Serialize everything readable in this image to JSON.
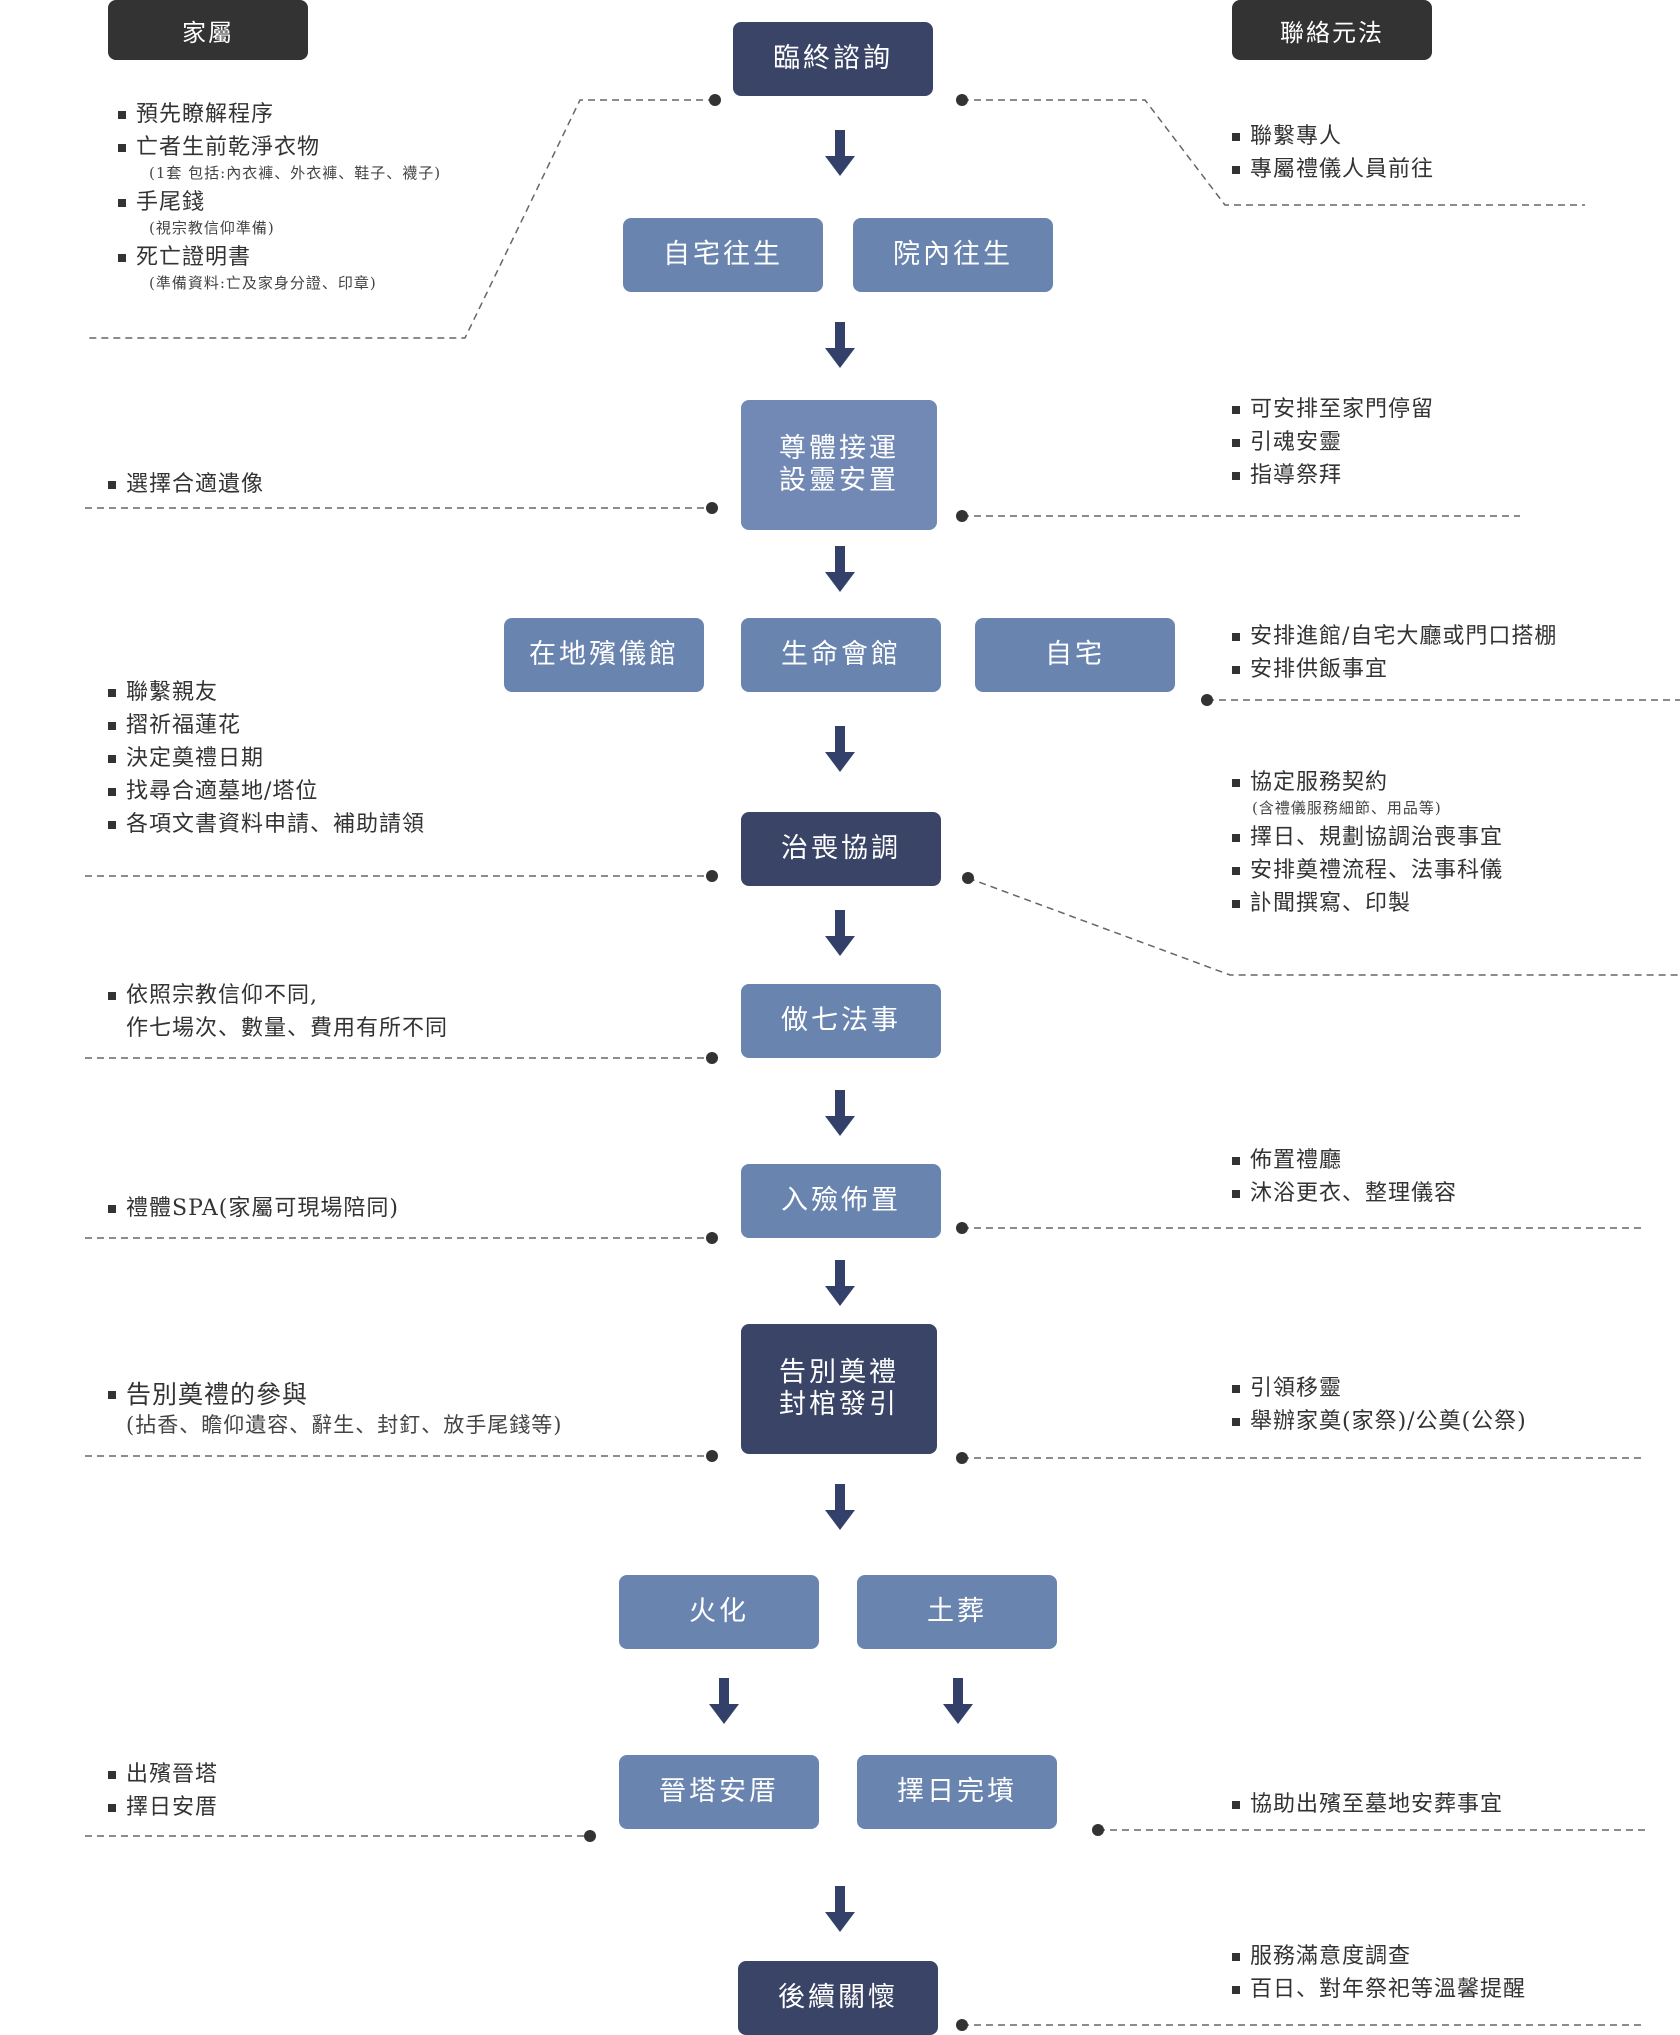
{
  "headers": {
    "left": "家屬",
    "right": "聯絡元法"
  },
  "colors": {
    "dark_box": "#3a4466",
    "light_box": "#6a84b0",
    "header_bg": "#333333",
    "arrow": "#33406a",
    "dashed_line": "#666666"
  },
  "steps": {
    "consult": "臨終諮詢",
    "home_death": "自宅往生",
    "hospital_death": "院內往生",
    "transport_line1": "尊體接運",
    "transport_line2": "設靈安置",
    "local_funeral_home": "在地殯儀館",
    "life_hall": "生命會館",
    "home": "自宅",
    "coordination": "治喪協調",
    "seventh_rites": "做七法事",
    "encoffin": "入殮佈置",
    "farewell_line1": "告別奠禮",
    "farewell_line2": "封棺發引",
    "cremation": "火化",
    "burial": "土葬",
    "columbarium": "晉塔安厝",
    "grave": "擇日完墳",
    "aftercare": "後續關懷"
  },
  "family_notes": {
    "g1": {
      "i1": "預先瞭解程序",
      "i2": "亡者生前乾淨衣物",
      "i2_sub": "(1套 包括:內衣褲、外衣褲、鞋子、襪子)",
      "i3": "手尾錢",
      "i3_sub": "(視宗教信仰準備)",
      "i4": "死亡證明書",
      "i4_sub": "(準備資料:亡及家身分證、印章)"
    },
    "g2": {
      "i1": "選擇合適遺像"
    },
    "g3": {
      "i1": "聯繫親友",
      "i2": "摺祈福蓮花",
      "i3": "決定奠禮日期",
      "i4": "找尋合適墓地/塔位",
      "i5": "各項文書資料申請、補助請領"
    },
    "g4": {
      "i1": "依照宗教信仰不同,",
      "i1_cont": "作七場次、數量、費用有所不同"
    },
    "g5": {
      "i1": "禮體SPA(家屬可現場陪同)"
    },
    "g6": {
      "i1": "告別奠禮的參與",
      "i1_sub": "(拈香、瞻仰遺容、辭生、封釘、放手尾錢等)"
    },
    "g7": {
      "i1": "出殯晉塔",
      "i2": "擇日安厝"
    }
  },
  "contact_notes": {
    "g1": {
      "i1": "聯繫專人",
      "i2": "專屬禮儀人員前往"
    },
    "g2": {
      "i1": "可安排至家門停留",
      "i2": "引魂安靈",
      "i3": "指導祭拜"
    },
    "g3": {
      "i1": "安排進館/自宅大廳或門口搭棚",
      "i2": "安排供飯事宜"
    },
    "g4": {
      "i1": "協定服務契約",
      "i1_sub": "(含禮儀服務細節、用品等)",
      "i2": "擇日、規劃協調治喪事宜",
      "i3": "安排奠禮流程、法事科儀",
      "i4": "訃聞撰寫、印製"
    },
    "g5": {
      "i1": "佈置禮廳",
      "i2": "沐浴更衣、整理儀容"
    },
    "g6": {
      "i1": "引領移靈",
      "i2": "舉辦家奠(家祭)/公奠(公祭)"
    },
    "g7": {
      "i1": "協助出殯至墓地安葬事宜"
    },
    "g8": {
      "i1": "服務滿意度調查",
      "i2": "百日、對年祭祀等溫馨提醒"
    }
  }
}
